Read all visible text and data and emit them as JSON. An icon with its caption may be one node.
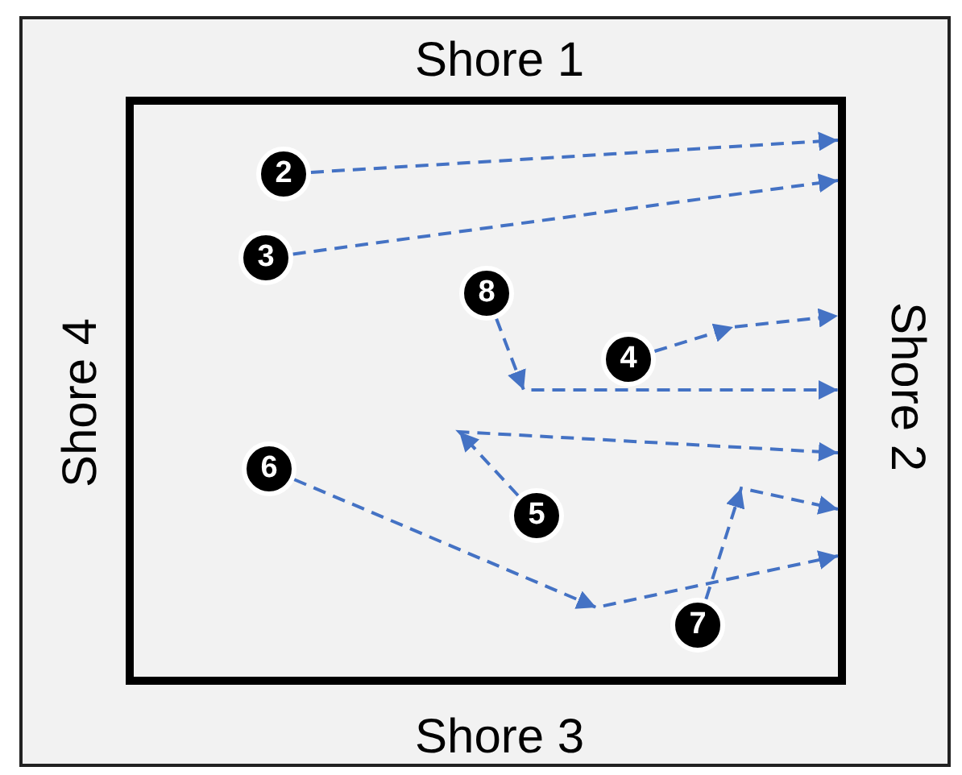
{
  "diagram": {
    "nodes": [
      {
        "text": [],
        "shape": "box"
      },
      {
        "text": [
          "2"
        ],
        "in": 0
      },
      {
        "text": [
          "3"
        ],
        "in": 0
      },
      {
        "text": [
          "8"
        ],
        "in": 0
      },
      {
        "text": [
          "4"
        ],
        "in": 0
      },
      {
        "text": [
          "6"
        ],
        "in": 0
      },
      {
        "text": [
          "5"
        ],
        "in": 0
      },
      {
        "text": [
          "7"
        ],
        "in": 0
      }
    ],
    "edges": [
      {
        "from": 1,
        "to": 0,
        "arrow": "to",
        "style": "dashed"
      },
      {
        "from": 2,
        "to": 0,
        "arrow": "to",
        "style": "dashed"
      },
      {
        "from": 3,
        "to": 0,
        "arrow": "to",
        "style": "dashed"
      },
      {
        "from": 4,
        "to": 0,
        "arrow": "to",
        "style": "dashed"
      },
      {
        "from": 5,
        "to": 0,
        "arrow": "to",
        "style": "dashed"
      },
      {
        "from": 6,
        "to": 0,
        "arrow": "to",
        "style": "dashed"
      },
      {
        "from": 7,
        "to": 0,
        "arrow": "to",
        "style": "dashed"
      }
    ],
    "labels": [
      "Shore 1",
      "Shore 4",
      "Shore 2",
      "Shore 3"
    ]
  }
}
